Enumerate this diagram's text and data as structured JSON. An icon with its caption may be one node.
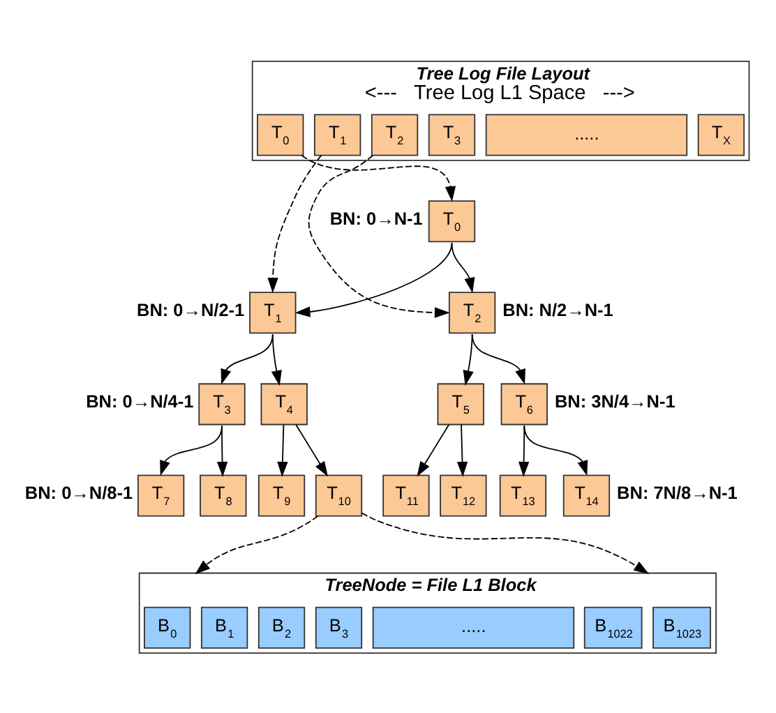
{
  "diagram": {
    "nodes": [
      {
        "text": [
          "Tree Log File Layout",
          "<---   Tree Log L1 Space   --->"
        ]
      },
      {
        "text": [
          "T$_{0}$"
        ],
        "in": 0
      },
      {
        "text": [
          "T$_{1}$"
        ],
        "in": 0
      },
      {
        "text": [
          "T$_{2}$"
        ],
        "in": 0
      },
      {
        "text": [
          "T$_{3}$"
        ],
        "in": 0
      },
      {
        "text": [
          "....."
        ],
        "in": 0
      },
      {
        "text": [
          "T$_{X}$"
        ],
        "in": 0
      },
      {
        "text": [
          "T$_{0}$"
        ],
        "beside": [
          "BN: 0→N-1"
        ]
      },
      {
        "text": [
          "T$_{1}$"
        ],
        "beside": [
          "BN: 0→N/2-1"
        ]
      },
      {
        "text": [
          "T$_{2}$"
        ],
        "beside": [
          "BN: N/2→N-1"
        ]
      },
      {
        "text": [
          "T$_{3}$"
        ],
        "beside": [
          "BN: 0→N/4-1"
        ]
      },
      {
        "text": [
          "T$_{4}$"
        ]
      },
      {
        "text": [
          "T$_{5}$"
        ]
      },
      {
        "text": [
          "T$_{6}$"
        ],
        "beside": [
          "BN: 3N/4→N-1"
        ]
      },
      {
        "text": [
          "T$_{7}$"
        ],
        "beside": [
          "BN: 0→N/8-1"
        ]
      },
      {
        "text": [
          "T$_{8}$"
        ]
      },
      {
        "text": [
          "T$_{9}$"
        ]
      },
      {
        "text": [
          "T$_{10}$"
        ]
      },
      {
        "text": [
          "T$_{11}$"
        ]
      },
      {
        "text": [
          "T$_{12}$"
        ]
      },
      {
        "text": [
          "T$_{13}$"
        ]
      },
      {
        "text": [
          "T$_{14}$"
        ],
        "beside": [
          "BN: 7N/8→N-1"
        ]
      },
      {
        "text": [
          "TreeNode = File L1 Block"
        ]
      },
      {
        "text": [
          "B$_{0}$"
        ],
        "in": 22
      },
      {
        "text": [
          "B$_{1}$"
        ],
        "in": 22
      },
      {
        "text": [
          "B$_{2}$"
        ],
        "in": 22
      },
      {
        "text": [
          "B$_{3}$"
        ],
        "in": 22
      },
      {
        "text": [
          "....."
        ],
        "in": 22
      },
      {
        "text": [
          "B$_{1022}$"
        ],
        "in": 22
      },
      {
        "text": [
          "B$_{1023}$"
        ],
        "in": 22
      }
    ],
    "edges": [
      {
        "from": 1,
        "to": 7,
        "arrow": "to",
        "style": "dashed"
      },
      {
        "from": 2,
        "to": 8,
        "arrow": "to",
        "style": "dashed"
      },
      {
        "from": 3,
        "to": 9,
        "arrow": "to",
        "style": "dashed"
      },
      {
        "from": 7,
        "to": 8,
        "arrow": "to"
      },
      {
        "from": 7,
        "to": 9,
        "arrow": "to"
      },
      {
        "from": 8,
        "to": 10,
        "arrow": "to"
      },
      {
        "from": 8,
        "to": 11,
        "arrow": "to"
      },
      {
        "from": 9,
        "to": 12,
        "arrow": "to"
      },
      {
        "from": 9,
        "to": 13,
        "arrow": "to"
      },
      {
        "from": 10,
        "to": 14,
        "arrow": "to"
      },
      {
        "from": 10,
        "to": 15,
        "arrow": "to"
      },
      {
        "from": 11,
        "to": 16,
        "arrow": "to"
      },
      {
        "from": 11,
        "to": 17,
        "arrow": "to"
      },
      {
        "from": 12,
        "to": 18,
        "arrow": "to"
      },
      {
        "from": 12,
        "to": 19,
        "arrow": "to"
      },
      {
        "from": 13,
        "to": 20,
        "arrow": "to"
      },
      {
        "from": 13,
        "to": 21,
        "arrow": "to"
      },
      {
        "from": 17,
        "to": 22,
        "arrow": "to",
        "style": "dashed"
      },
      {
        "from": 17,
        "to": 22,
        "arrow": "to",
        "style": "dashed"
      }
    ]
  }
}
